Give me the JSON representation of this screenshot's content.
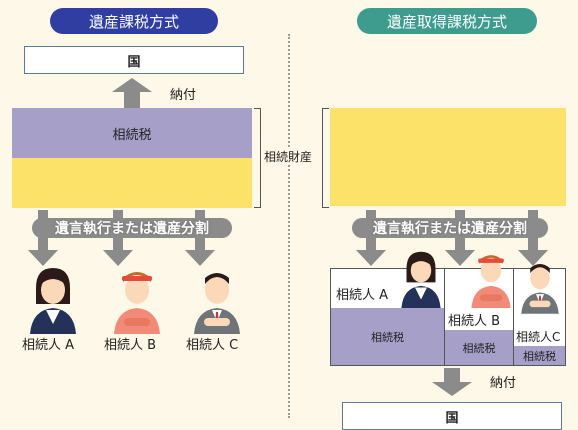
{
  "left": {
    "title": "遺産課税方式",
    "top_box": "国",
    "nouhu": "納付",
    "tax": "相続税",
    "band": "遺言執行または遺産分割",
    "heirs": [
      "相続人 A",
      "相続人 B",
      "相続人 C"
    ]
  },
  "center": {
    "estate": "相続財産"
  },
  "right": {
    "title": "遺産取得課税方式",
    "band": "遺言執行または遺産分割",
    "heirs": [
      "相続人 A",
      "相続人 B",
      "相続人C"
    ],
    "tax_labels": [
      "相続税",
      "相続税",
      "相続税"
    ],
    "nouhu": "納付",
    "bottom_box": "国"
  },
  "colors": {
    "navy": "#2f3ea0",
    "teal": "#3e9c8f",
    "purple": "#a69fc8",
    "yellow": "#fde26a",
    "arrow": "#8b8b8b"
  }
}
